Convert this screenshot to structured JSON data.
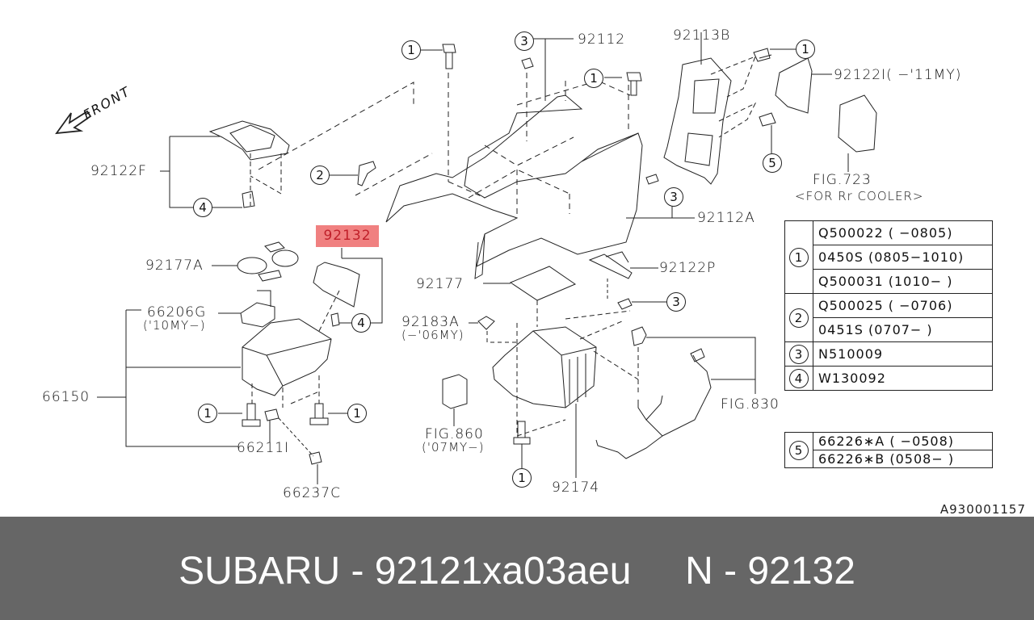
{
  "diagram": {
    "direction_label": "FRONT",
    "highlighted_part": "92132",
    "highlight_color": "#f08080",
    "highlight_text_color": "#c0202a",
    "document_id": "A930001157",
    "part_labels": {
      "p92112": "92112",
      "p92113B": "92113B",
      "p92122I": "92122I( −'11MY)",
      "p92122F": "92122F",
      "fig723": "FIG.723",
      "fig723_note": "<FOR Rr COOLER>",
      "p92112A": "92112A",
      "p92132": "92132",
      "p92177A": "92177A",
      "p92177": "92177",
      "p92122P": "92122P",
      "p66206G": "66206G",
      "p66206G_note": "('10MY−)",
      "p92183A": "92183A",
      "p92183A_note": "(−'06MY)",
      "fig830": "FIG.830",
      "p66150": "66150",
      "fig860": "FIG.860",
      "fig860_note": "('07MY−)",
      "p66211I": "66211I",
      "p92174": "92174",
      "p66237C": "66237C"
    },
    "callouts": {
      "c1": "1",
      "c2": "2",
      "c3": "3",
      "c4": "4",
      "c5": "5"
    }
  },
  "legend": {
    "groups": [
      {
        "ref": "1",
        "parts": [
          "Q500022 ( −0805)",
          "0450S (0805−1010)",
          "Q500031  (1010−  )"
        ]
      },
      {
        "ref": "2",
        "parts": [
          "Q500025 ( −0706)",
          "0451S   (0707−  )"
        ]
      },
      {
        "ref": "3",
        "parts": [
          "N510009"
        ]
      },
      {
        "ref": "4",
        "parts": [
          "W130092"
        ]
      }
    ],
    "group5": {
      "ref": "5",
      "parts": [
        "66226∗A ( −0508)",
        "66226∗B (0508−  )"
      ]
    }
  },
  "footer": {
    "caption": "SUBARU - 92121xa03aeu     N - 92132",
    "background": "#666666"
  }
}
